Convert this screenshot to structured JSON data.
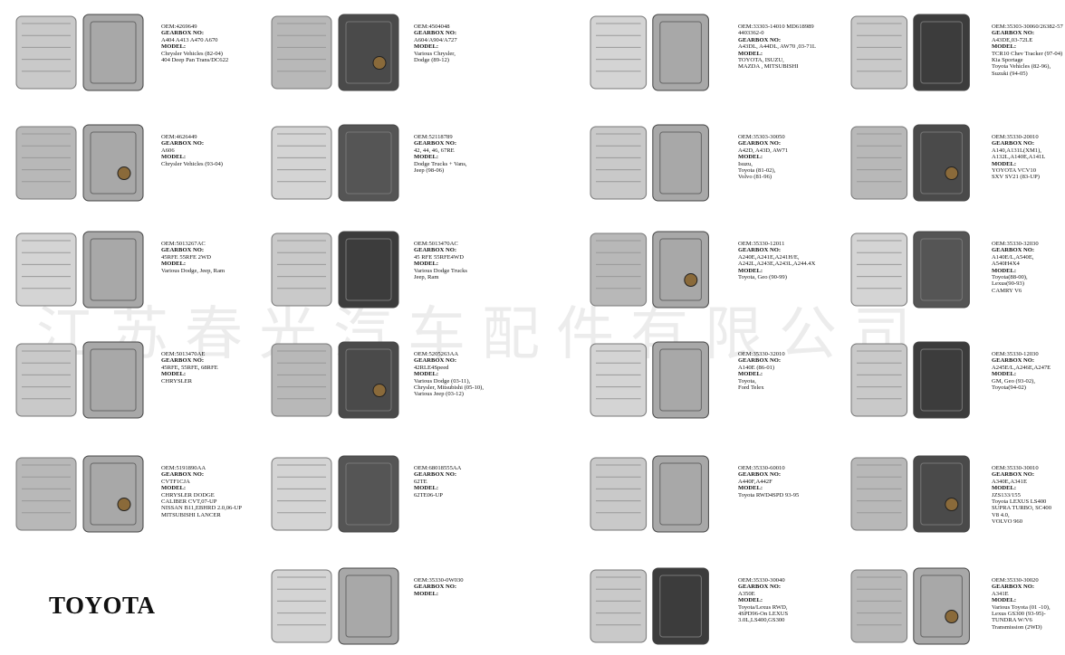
{
  "watermark": "江苏春光汽车配件有限公司",
  "brand": "TOYOTA",
  "labels": {
    "gearbox": "GEARBOX NO:",
    "model": "MODEL:"
  },
  "products": [
    {
      "oem": "OEM:4269649",
      "gearbox": "A404 A413 A470 A670",
      "model": "Chrysler Vehicles (82-04)\n404 Deep Pan Trans/DC622"
    },
    {
      "oem": "OEM:4504048",
      "gearbox": "A604/A904/A727",
      "model": "Various Chrysler,\nDodge (89-12)"
    },
    {
      "oem": "OEM:33303-14010 MD618989\n4403362-0",
      "gearbox": "A43DL, A44DL, AW70 ,03-71L",
      "model": "TOYOTA, ISUZU,\nMAZDA , MITSUBISHI"
    },
    {
      "oem": "OEM:35303-30060/26382-57",
      "gearbox": "A43DE,03-72LE",
      "model": "TCR10 Chev Tracker (97-04)\nKia Sportage\nToyota Vehicles (82-96),\nSuzuki (94-05)"
    },
    {
      "oem": "OEM:4626449",
      "gearbox": "A606",
      "model": "Chrysler Vehicles (93-04)"
    },
    {
      "oem": "OEM:52118789",
      "gearbox": "42, 44, 46, 67RE",
      "model": "Dodge Trucks + Vans,\nJeep (98-06)"
    },
    {
      "oem": "OEM:35303-30050",
      "gearbox": "A42D, A43D, AW71",
      "model": "Isuzu,\nToyota (81-02),\nVolvo (81-96)"
    },
    {
      "oem": "OEM:35330-20010",
      "gearbox": "A140,A131L(XM1),\nA132L,A140E,A141L",
      "model": "YOYOTA VCV10\nSXV SV21 (83-UP)"
    },
    {
      "oem": "OEM:5013267AC",
      "gearbox": "45RFE 55RFE 2WD",
      "model": "Various Dodge, Jeep, Ram"
    },
    {
      "oem": "OEM:5013470AC",
      "gearbox": "45 RFE 55RFE4WD",
      "model": "Various Dodge Trucks\nJeep, Ram"
    },
    {
      "oem": "OEM:35330-12011",
      "gearbox": "A240E,A241E,A241H/E,\nA242L,A243E,A243L,A244.4X",
      "model": "Toyota, Geo (90-99)"
    },
    {
      "oem": "OEM:35330-32030",
      "gearbox": "A140E/L,A540E,\nA540H4X4",
      "model": "Toyota(88-00),\nLexus(90-93)\nCAMRY V6"
    },
    {
      "oem": "OEM:5013470AE",
      "gearbox": "45RFE, 55RFE, 68RFE",
      "model": "CHRYSLER"
    },
    {
      "oem": "OEM:5205263AA",
      "gearbox": "42RLE4Speed",
      "model": "Various Dodge (03-11),\nChrysler, Mitsubishi (05-10),\nVarious Jeep (03-12)"
    },
    {
      "oem": "OEM:35330-32010",
      "gearbox": "A140E (86-01)",
      "model": "Toyota,\nFord Telex"
    },
    {
      "oem": "OEM:35330-12030",
      "gearbox": "A245E/L,A246E,A247E",
      "model": "GM, Geo (93-02),\nToyota(94-02)"
    },
    {
      "oem": "OEM:5191890AA",
      "gearbox": "CVTF1CJA",
      "model": "CHRYSLER DODGE\nCALIBER CVT,07-UP\nNISSAN B11,EBHRD 2.0,06-UP\nMITSUBISHI LANCER"
    },
    {
      "oem": "OEM:68018555AA",
      "gearbox": "62TE",
      "model": "62TE06-UP"
    },
    {
      "oem": "OEM:35330-60010",
      "gearbox": "A440F,A442F",
      "model": "Toyota RWD4SPD 93-95"
    },
    {
      "oem": "OEM:35330-30010",
      "gearbox": "A340E,A341E",
      "model": "JZS133/155\nToyota LEXUS LS400\nSUPRA TURBO, SC400\nV8 4.0,\nVOLVO 960"
    },
    {
      "oem": "OEM:35330-0W030",
      "gearbox": "",
      "model": ""
    },
    {
      "oem": "OEM:35330-30040",
      "gearbox": "A350E",
      "model": "Toyota/Lexus RWD,\n4SPD96-On LEXUS\n3.0L,LS400,GS300"
    },
    {
      "oem": "OEM:35330-30020",
      "gearbox": "A341E",
      "model": "Various Toyota (01 -10),\nLexus GS300 (93-95)-\nTUNDRA W/V6\nTransmission (2WD)"
    }
  ]
}
